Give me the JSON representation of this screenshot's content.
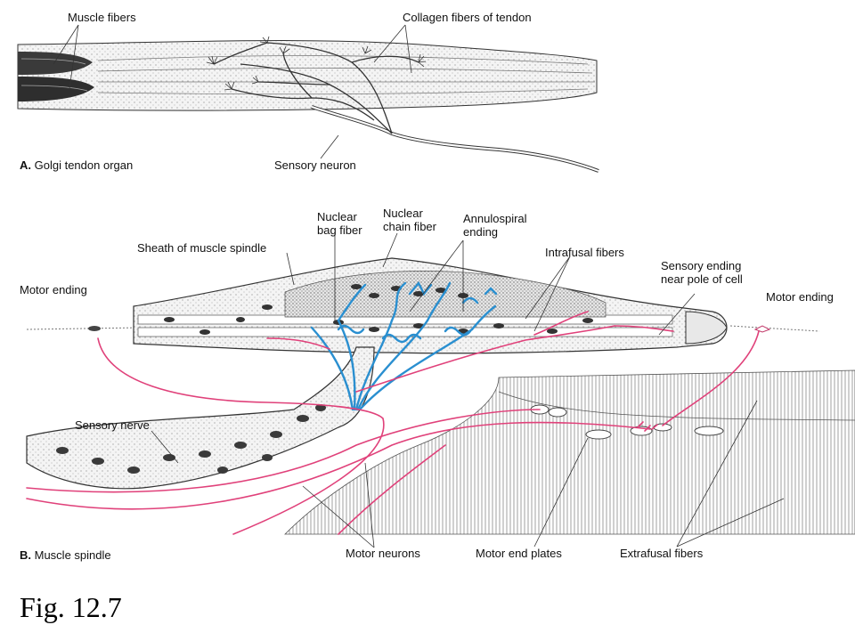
{
  "panel_a": {
    "letter": "A.",
    "title": "Golgi tendon organ",
    "labels": {
      "muscle_fibers": "Muscle fibers",
      "collagen": "Collagen fibers of tendon",
      "sensory_neuron": "Sensory neuron"
    }
  },
  "panel_b": {
    "letter": "B.",
    "title": "Muscle spindle",
    "labels": {
      "nuclear_bag_1": "Nuclear",
      "nuclear_bag_2": "bag fiber",
      "nuclear_chain_1": "Nuclear",
      "nuclear_chain_2": "chain fiber",
      "annulo_1": "Annulospiral",
      "annulo_2": "ending",
      "sheath": "Sheath of muscle spindle",
      "intrafusal": "Intrafusal fibers",
      "sens_end_1": "Sensory ending",
      "sens_end_2": "near pole of cell",
      "motor_end_left": "Motor ending",
      "motor_end_right": "Motor ending",
      "sensory_nerve": "Sensory nerve",
      "motor_neurons": "Motor neurons",
      "motor_end_plates": "Motor end plates",
      "extrafusal": "Extrafusal fibers"
    }
  },
  "figure_caption": "Fig. 12.7",
  "colors": {
    "sensory_blue": "#2a8fd0",
    "motor_pink": "#e0417a",
    "line": "#333333"
  }
}
